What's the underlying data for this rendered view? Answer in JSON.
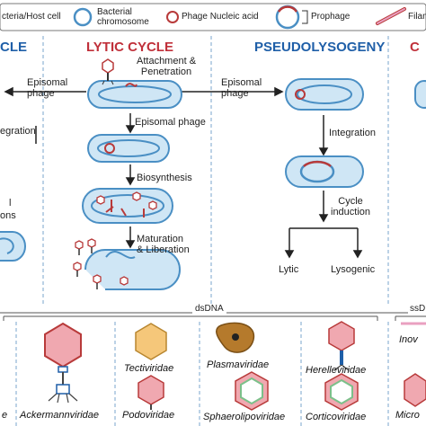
{
  "legend": {
    "host_cell": "cteria/Host cell",
    "bacterial_chromosome": "Bacterial\nchromosome",
    "phage_nucleic_acid": "Phage Nucleic acid",
    "prophage": "Prophage",
    "filamentous": "Filam"
  },
  "left_panel": {
    "heading": "CLE",
    "episomal": "Episomal\nphage",
    "integration": "egration",
    "frag1": "l",
    "frag2": "ons"
  },
  "lytic": {
    "heading": "LYTIC CYCLE",
    "step1": "Attachment &\nPenetration",
    "step2": "Episomal phage",
    "step3": "Biosynthesis",
    "step4": "Maturation\n& Liberation"
  },
  "pseudo": {
    "heading": "PSEUDOLYSOGENY",
    "episomal": "Episomal\nphage",
    "integration": "Integration",
    "cycle": "Cycle\ninduction",
    "lytic": "Lytic",
    "lysogenic": "Lysogenic"
  },
  "right_panel": {
    "heading": "C"
  },
  "taxonomy": {
    "dsdna_label": "dsDNA",
    "ssd_label": "ssD",
    "families": {
      "ackermann": "Ackermannviridae",
      "tectiviridae": "Tectiviridae",
      "podoviridae": "Podoviridae",
      "plasmaviridae": "Plasmaviridae",
      "sphaerolipo": "Sphaerolipoviridae",
      "herelle": "Herelleviridae",
      "cortico": "Corticoviridae",
      "inov": "Inov",
      "micro": "Micro",
      "left_frag": "e"
    }
  },
  "colors": {
    "lytic_red": "#c0303a",
    "pseudo_blue": "#1f5fa8",
    "cell_fill": "#cfe6f5",
    "cell_stroke": "#4a8fc4",
    "phage_red": "#b83a3a",
    "hex_pink": "#f0a8b0",
    "hex_orange": "#f5c77a",
    "plasma_brown": "#b57a2c",
    "hex_green": "#7cc08a"
  }
}
